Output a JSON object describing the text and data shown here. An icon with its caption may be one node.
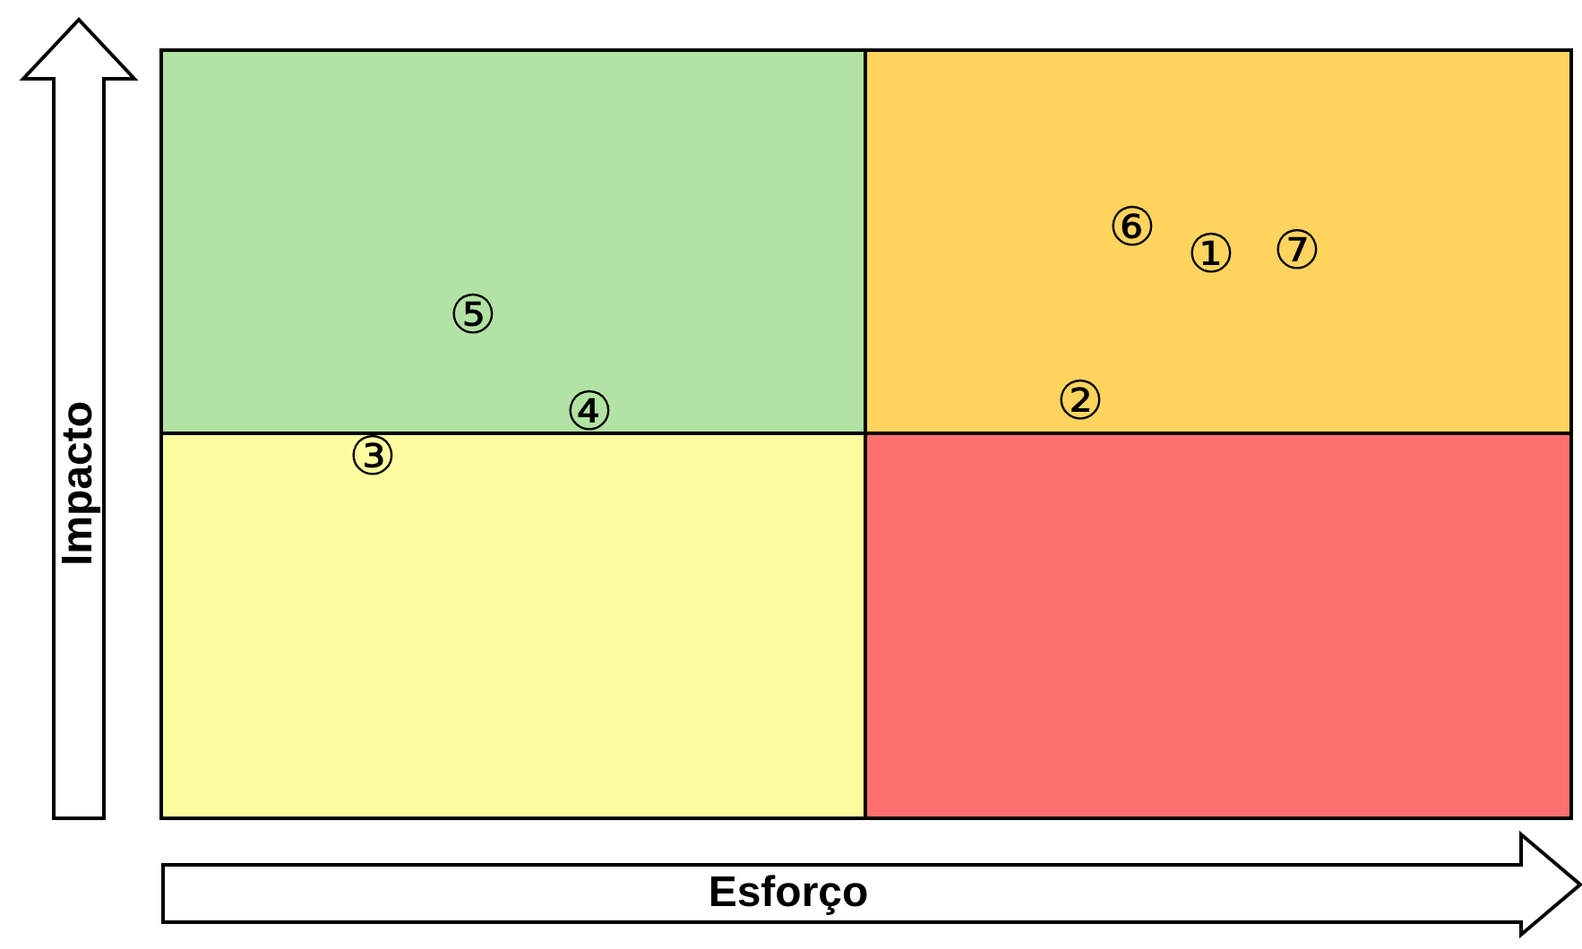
{
  "diagram": {
    "nodes": [
      {
        "text": [
          "Impacto"
        ]
      },
      {
        "text": [
          "Esforço"
        ]
      }
    ],
    "labels": [
      "⑥",
      "①",
      "⑦",
      "⑤",
      "④",
      "②",
      "③"
    ]
  }
}
